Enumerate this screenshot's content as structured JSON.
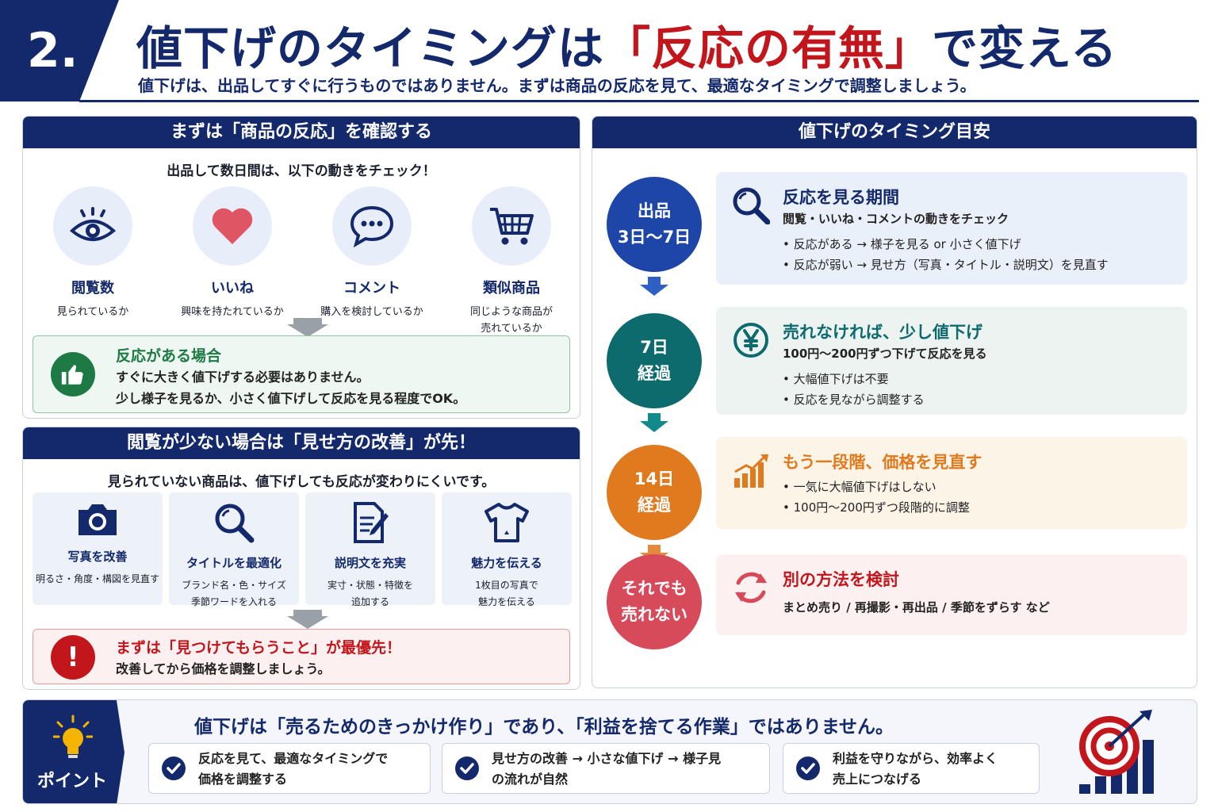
{
  "header": {
    "number": "2.",
    "title_pre": "値下げのタイミングは",
    "title_highlight": "「反応の有無」",
    "title_post": "で変える",
    "subtitle": "値下げは、出品してすぐに行うものではありません。まずは商品の反応を見て、最適なタイミングで調整しましょう。"
  },
  "reaction": {
    "heading": "まずは「商品の反応」を確認する",
    "lead": "出品して数日間は、以下の動きをチェック！",
    "items": [
      {
        "icon": "eye-icon",
        "title": "閲覧数",
        "desc": [
          "見られているか"
        ]
      },
      {
        "icon": "heart-icon",
        "title": "いいね",
        "desc": [
          "興味を持たれているか"
        ]
      },
      {
        "icon": "chat-bubble-icon",
        "title": "コメント",
        "desc": [
          "購入を検討しているか"
        ]
      },
      {
        "icon": "cart-icon",
        "title": "類似商品",
        "desc": [
          "同じような商品が",
          "売れているか"
        ]
      }
    ],
    "note": {
      "title": "反応がある場合",
      "lines": [
        "すぐに大きく値下げする必要はありません。",
        "少し様子を見るか、小さく値下げして反応を見る程度でOK。"
      ]
    }
  },
  "improve": {
    "heading": "閲覧が少ない場合は「見せ方の改善」が先！",
    "lead": "見られていない商品は、値下げしても反応が変わりにくいです。",
    "items": [
      {
        "icon": "camera-icon",
        "title": "写真を改善",
        "desc": [
          "明るさ・角度・構図を見直す"
        ]
      },
      {
        "icon": "magnifier-icon",
        "title": "タイトルを最適化",
        "desc": [
          "ブランド名・色・サイズ",
          "季節ワードを入れる"
        ]
      },
      {
        "icon": "document-pen-icon",
        "title": "説明文を充実",
        "desc": [
          "実寸・状態・特徴を",
          "追加する"
        ]
      },
      {
        "icon": "tshirt-icon",
        "title": "魅力を伝える",
        "desc": [
          "1枚目の写真で",
          "魅力を伝える"
        ]
      }
    ],
    "note": {
      "title": "まずは「見つけてもらうこと」が最優先！",
      "lines": [
        "改善してから価格を調整しましょう。"
      ]
    }
  },
  "timeline": {
    "heading": "値下げのタイミング目安",
    "steps": [
      {
        "circle": [
          "出品",
          "3日〜7日"
        ],
        "color": "#1e46a8",
        "bg": "#eaf0fa",
        "titleColor": "#13296b",
        "icon": "search-icon",
        "title": "反応を見る期間",
        "sub": "閲覧・いいね・コメントの動きをチェック",
        "bullets": [
          "• 反応がある → 様子を見る or 小さく値下げ",
          "• 反応が弱い → 見せ方（写真・タイトル・説明文）を見直す"
        ]
      },
      {
        "circle": [
          "7日",
          "経過"
        ],
        "color": "#0d6b6e",
        "bg": "#ecf3f1",
        "titleColor": "#0d6b6e",
        "icon": "yen-icon",
        "title": "売れなければ、少し値下げ",
        "sub": "100円〜200円ずつ下げて反応を見る",
        "bullets": [
          "• 大幅値下げは不要",
          "• 反応を見ながら調整する"
        ]
      },
      {
        "circle": [
          "14日",
          "経過"
        ],
        "color": "#e07a1f",
        "bg": "#fdf4e8",
        "titleColor": "#e07a1f",
        "icon": "bar-growth-icon",
        "title": "もう一段階、価格を見直す",
        "sub": "",
        "bullets": [
          "• 一気に大幅値下げはしない",
          "• 100円〜200円ずつ段階的に調整"
        ]
      },
      {
        "circle": [
          "それでも",
          "売れない"
        ],
        "color": "#d64a5a",
        "bg": "#fcf0f1",
        "titleColor": "#c3161c",
        "icon": "refresh-icon",
        "title": "別の方法を検討",
        "sub": "まとめ売り / 再撮影・再出品 / 季節をずらす など",
        "bullets": []
      }
    ]
  },
  "point": {
    "label": "ポイント",
    "message": "値下げは「売るためのきっかけ作り」であり、「利益を捨てる作業」ではありません。",
    "checks": [
      [
        "反応を見て、最適なタイミングで",
        "価格を調整する"
      ],
      [
        "見せ方の改善 → 小さな値下げ → 様子見",
        "の流れが自然"
      ],
      [
        "利益を守りながら、効率よく",
        "売上につなげる"
      ]
    ]
  },
  "colors": {
    "navy": "#13296b",
    "red": "#c3161c",
    "green": "#1e7a45"
  }
}
